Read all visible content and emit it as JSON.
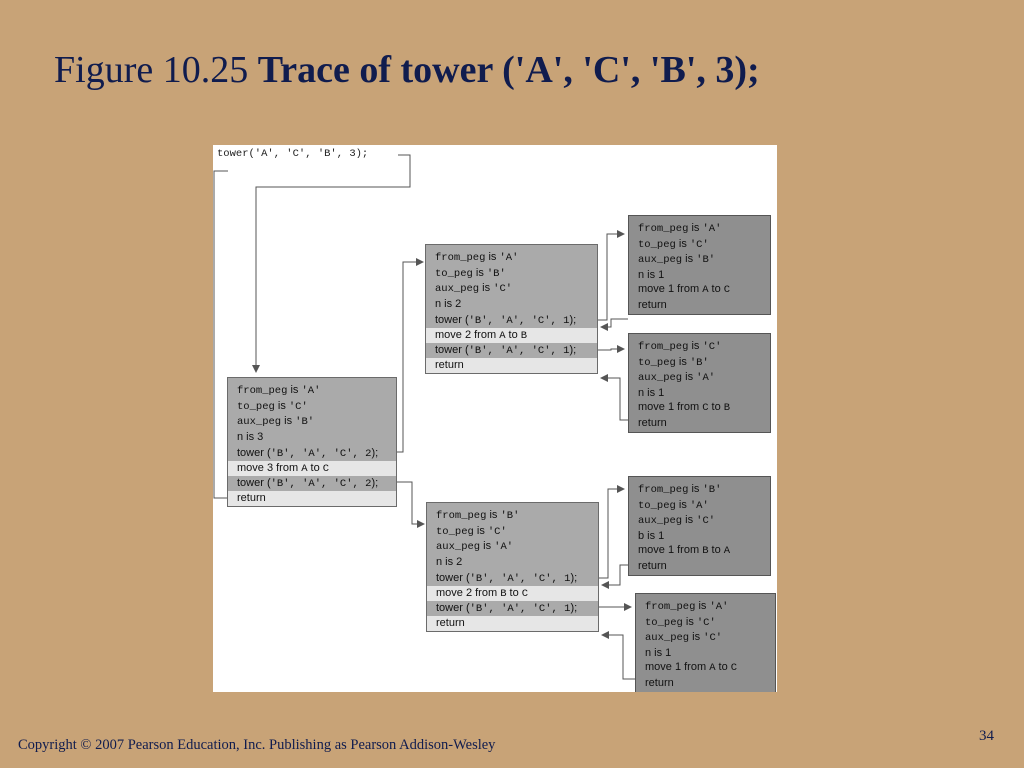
{
  "title": {
    "prefix": "Figure 10.25 ",
    "bold": "Trace of tower ('A', 'C', 'B', 3);"
  },
  "figure": {
    "call_label": "tower('A', 'C', 'B', 3);",
    "root": {
      "fields": [
        {
          "label": "from_peg",
          "conj": " is ",
          "value": "'A'"
        },
        {
          "label": "to_peg",
          "conj": " is ",
          "value": "'C'"
        },
        {
          "label": "aux_peg",
          "conj": " is ",
          "value": "'B'"
        },
        {
          "label": "n is 3"
        }
      ],
      "call1": {
        "pre": "tower (",
        "args": "'B', 'A', 'C', 2",
        "post": ");"
      },
      "move": {
        "pre": "move 3 from ",
        "from": "A",
        "mid": " to ",
        "to": "C"
      },
      "call2": {
        "pre": "tower (",
        "args": "'B', 'A', 'C', 2",
        "post": ");"
      },
      "ret": "return"
    },
    "upper": {
      "fields": [
        {
          "label": "from_peg",
          "conj": " is ",
          "value": "'A'"
        },
        {
          "label": "to_peg",
          "conj": " is ",
          "value": "'B'"
        },
        {
          "label": "aux_peg",
          "conj": " is ",
          "value": "'C'"
        },
        {
          "label": "n is 2"
        }
      ],
      "call1": {
        "pre": "tower (",
        "args": "'B', 'A', 'C', 1",
        "post": ");"
      },
      "move": {
        "pre": "move 2 from ",
        "from": "A",
        "mid": " to ",
        "to": "B"
      },
      "call2": {
        "pre": "tower (",
        "args": "'B', 'A', 'C', 1",
        "post": ");"
      },
      "ret": "return"
    },
    "lower": {
      "fields": [
        {
          "label": "from_peg",
          "conj": " is ",
          "value": "'B'"
        },
        {
          "label": "to_peg",
          "conj": " is ",
          "value": "'C'"
        },
        {
          "label": "aux_peg",
          "conj": " is ",
          "value": "'A'"
        },
        {
          "label": "n is 2"
        }
      ],
      "call1": {
        "pre": "tower (",
        "args": "'B', 'A', 'C', 1",
        "post": ");"
      },
      "move": {
        "pre": "move 2 from ",
        "from": "B",
        "mid": " to ",
        "to": "C"
      },
      "call2": {
        "pre": "tower (",
        "args": "'B', 'A', 'C', 1",
        "post": ");"
      },
      "ret": "return"
    },
    "leaf1": {
      "fields": [
        {
          "label": "from_peg",
          "conj": " is ",
          "value": "'A'"
        },
        {
          "label": "to_peg",
          "conj": " is ",
          "value": "'C'"
        },
        {
          "label": "aux_peg",
          "conj": " is ",
          "value": "'B'"
        },
        {
          "label": "n is 1"
        }
      ],
      "move": {
        "pre": "move 1 from ",
        "from": "A",
        "mid": " to ",
        "to": "C"
      },
      "ret": "return"
    },
    "leaf2": {
      "fields": [
        {
          "label": "from_peg",
          "conj": " is ",
          "value": "'C'"
        },
        {
          "label": "to_peg",
          "conj": " is ",
          "value": "'B'"
        },
        {
          "label": "aux_peg",
          "conj": " is ",
          "value": "'A'"
        },
        {
          "label": "n is 1"
        }
      ],
      "move": {
        "pre": "move 1 from ",
        "from": "C",
        "mid": " to ",
        "to": "B"
      },
      "ret": "return"
    },
    "leaf3": {
      "fields": [
        {
          "label": "from_peg",
          "conj": " is ",
          "value": "'B'"
        },
        {
          "label": "to_peg",
          "conj": " is ",
          "value": "'A'"
        },
        {
          "label": "aux_peg",
          "conj": " is ",
          "value": "'C'"
        },
        {
          "label": "b is 1"
        }
      ],
      "move": {
        "pre": "move 1 from ",
        "from": "B",
        "mid": " to ",
        "to": "A"
      },
      "ret": "return"
    },
    "leaf4": {
      "fields": [
        {
          "label": "from_peg",
          "conj": " is ",
          "value": "'A'"
        },
        {
          "label": "to_peg",
          "conj": " is ",
          "value": "'C'"
        },
        {
          "label": "aux_peg",
          "conj": " is ",
          "value": "'C'"
        },
        {
          "label": "n is 1"
        }
      ],
      "move": {
        "pre": "move 1 from ",
        "from": "A",
        "mid": " to ",
        "to": "C"
      },
      "ret": "return"
    }
  },
  "footer": "Copyright © 2007 Pearson Education, Inc. Publishing as Pearson Addison-Wesley",
  "page_number": "34",
  "colors": {
    "background": "#c8a377",
    "title": "#101c4e",
    "mid_box": "#aaaaaa",
    "leaf_box": "#8f8f8f",
    "highlight_row": "#e6e6e6",
    "arrow": "#555555"
  }
}
